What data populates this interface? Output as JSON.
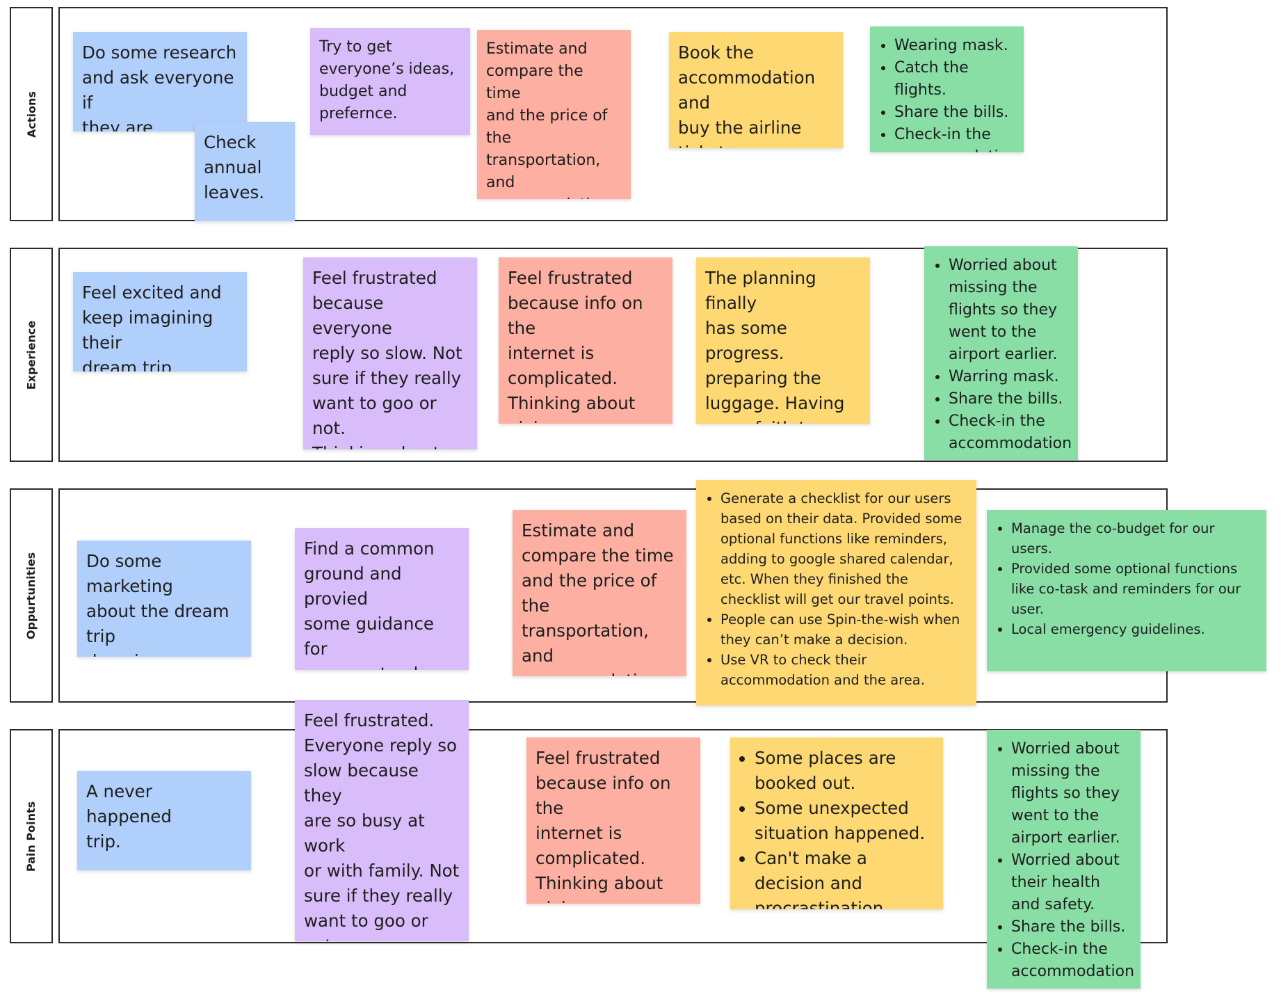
{
  "colors": {
    "blue": "#b1cffb",
    "purple": "#d8bdfa",
    "red": "#fdafa2",
    "yellow": "#fdd873",
    "green": "#88dea5",
    "border": "#2b2b2b"
  },
  "rows": {
    "actions": "Actions",
    "experience": "Experience",
    "opportunities": "Oppurtunities",
    "pain_points": "Pain Points"
  },
  "notes": {
    "actions": {
      "research": "Do some research\nand ask everyone if\nthey are interested.",
      "leaves": "Check\nannual\nleaves.",
      "ideas": "Try to get\neveryone’s ideas,\nbudget and\nprefernce.",
      "estimate": "Estimate and\ncompare the time\nand the price of the\ntransportation, and\naccommodation.\nand double-check\nwith everyone.",
      "book": "Book the\naccommodation and\nbuy the airline\ntickets.",
      "trip": [
        "Wearing mask.",
        "Catch the flights.",
        "Share the bills.",
        "Check-in the accommodation"
      ]
    },
    "experience": {
      "excited": "Feel excited and\nkeep imagining their\ndream trip.",
      "frustrated_reply": "Feel frustrated\nbecause everyone\nreply so slow. Not\nsure if they really\nwant to goo or not.\nThinking about\ngiving up.",
      "frustrated_info": "Feel frustrated\nbecause info on the\ninternet is\ncomplicated.\nThinking about\ngiving up.",
      "progress": "The planning finally\nhas some progress.\npreparing the\nluggage. Having\nmore faith to go on\nthis trip now.",
      "trip": [
        "Worried about missing the flights so they went to the airport earlier.",
        "Warring mask.",
        "Share the bills.",
        "Check-in the accommodation"
      ]
    },
    "opportunities": {
      "marketing": "Do some marketing\nabout the dream trip\ndeep in everyone’s\nmind.",
      "common_ground": "Find a common\nground and provied\nsome guidance for\nour user  to plan a\nrealistic plan.",
      "estimate": "Estimate and\ncompare the time\nand the price of the\ntransportation, and\naccommodation for\nour users.",
      "checklist": [
        "Generate a checklist for our users based on their data. Provided some optional functions like reminders, adding to google shared calendar, etc. When they finished the checklist will get our travel points.",
        "People can use Spin-the-wish when they can’t make a decision.",
        "Use VR to check their accommodation and the area."
      ],
      "budget": [
        "Manage the co-budget for our users.",
        " Provided some optional functions like co-task and reminders for our user.",
        "Local emergency guidelines."
      ]
    },
    "pain_points": {
      "never": "A never happened\ntrip.",
      "frustrated_busy": "Feel frustrated.\nEveryone reply so\nslow because they\nare so busy at work\nor with family. Not\nsure if they really\nwant to goo or not.\nThinking about\ngiving up.",
      "frustrated_info": "Feel frustrated\nbecause info on the\ninternet is\ncomplicated.\nThinking about\ngiving up.",
      "issues": [
        "Some places are booked out.",
        "Some unexpected situation happened.",
        "Can't make a decision and procrastination."
      ],
      "trip": [
        "Worried about missing the flights so they went to the airport earlier.",
        "Worried about their health and safety.",
        "Share the bills.",
        "Check-in the accommodation"
      ]
    }
  }
}
